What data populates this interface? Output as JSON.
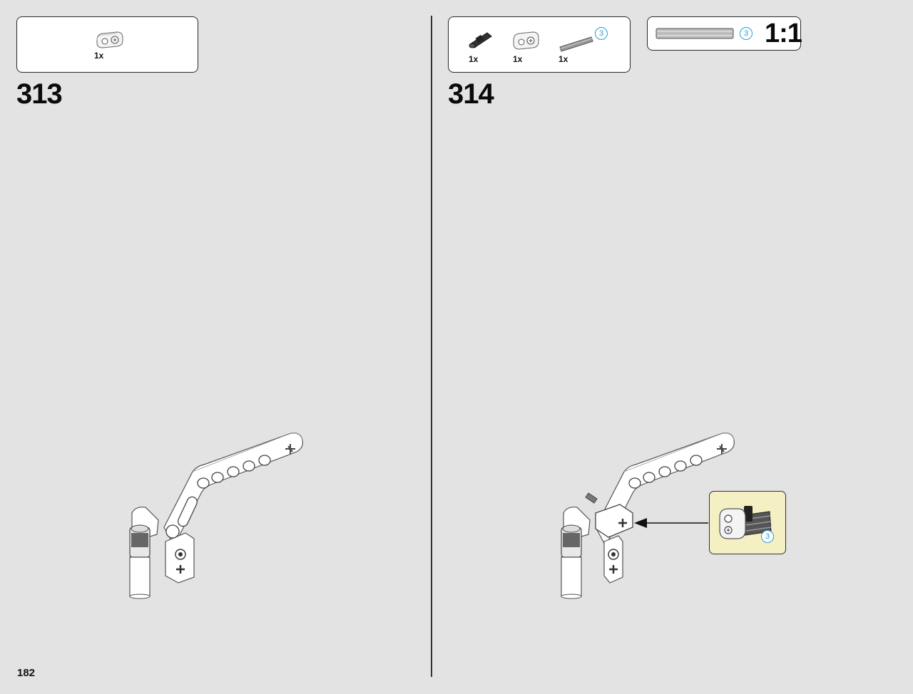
{
  "page_number": "182",
  "left_step": {
    "number": "313",
    "parts": [
      {
        "icon": "connector-block-icon",
        "qty": "1x"
      }
    ]
  },
  "right_step": {
    "number": "314",
    "parts": [
      {
        "icon": "pin-connector-icon",
        "qty": "1x"
      },
      {
        "icon": "connector-block-icon",
        "qty": "1x"
      },
      {
        "icon": "axle-icon",
        "qty": "1x",
        "length": "3"
      }
    ],
    "scale": {
      "length": "3",
      "label": "1:1"
    },
    "callout": {
      "length": "3"
    }
  },
  "colors": {
    "background": "#e3e3e3",
    "callout_bg": "#f5efc4",
    "length_badge": "#2a9fd6"
  }
}
